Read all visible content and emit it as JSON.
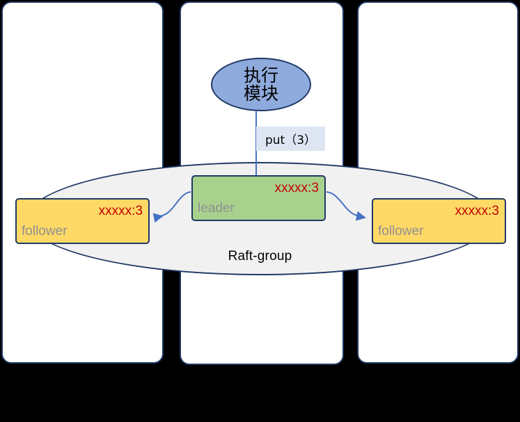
{
  "diagram": {
    "title": "Raft replication diagram",
    "colors": {
      "panel_border": "#1F3864",
      "leader_fill": "#A9D18E",
      "follower_fill": "#FFD966",
      "exec_module_fill": "#8FAADC",
      "raft_group_fill": "#F1F1F1",
      "arrow": "#4472C4",
      "kv_text": "#C00000",
      "role_text": "#909090",
      "put_label_fill": "#DEE6F3",
      "background": "#000000"
    }
  },
  "panels": [
    {
      "name": "left-node"
    },
    {
      "name": "middle-node"
    },
    {
      "name": "right-node"
    }
  ],
  "exec_module": {
    "line1": "执行",
    "line2": "模块"
  },
  "put_operation": {
    "label": "put（3）"
  },
  "raft_group": {
    "label": "Raft-group"
  },
  "replicas": {
    "leader": {
      "kv": "xxxxx:3",
      "role": "leader"
    },
    "follower_left": {
      "kv": "xxxxx:3",
      "role": "follower"
    },
    "follower_right": {
      "kv": "xxxxx:3",
      "role": "follower"
    }
  }
}
